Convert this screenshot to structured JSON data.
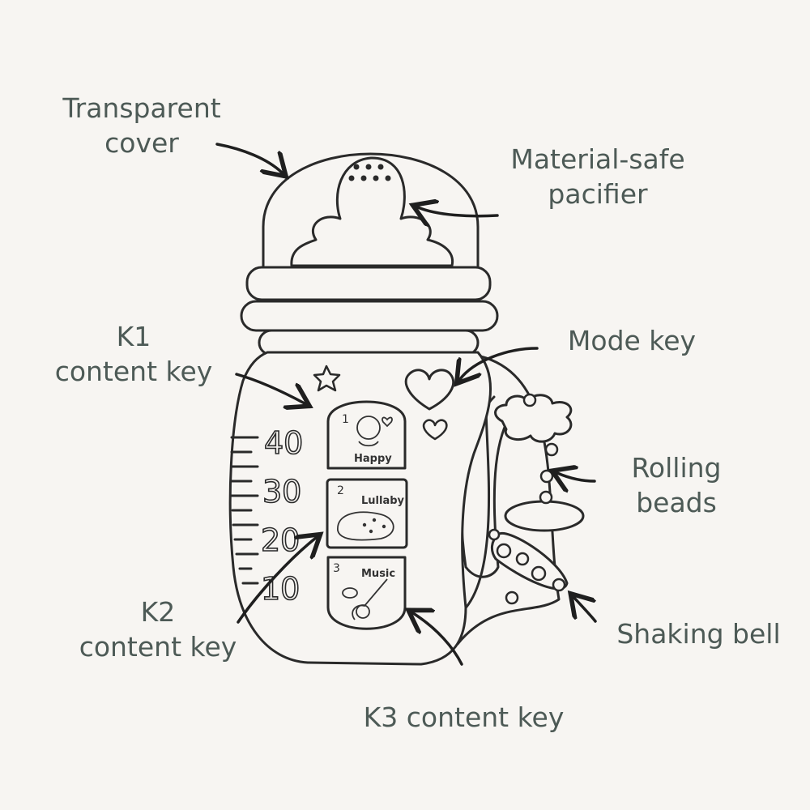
{
  "labels": {
    "transparent_cover": [
      "Transparent",
      "cover"
    ],
    "material_safe_pacifier": [
      "Material-safe",
      "pacifier"
    ],
    "k1_content_key": [
      "K1",
      "content key"
    ],
    "mode_key": "Mode key",
    "rolling_beads": [
      "Rolling",
      "beads"
    ],
    "k2_content_key": [
      "K2",
      "content key"
    ],
    "shaking_bell": "Shaking bell",
    "k3_content_key": "K3 content key"
  },
  "scale": [
    "40",
    "30",
    "20",
    "10"
  ],
  "panels": [
    {
      "number": "1",
      "caption": "Happy"
    },
    {
      "number": "2",
      "caption": "Lullaby"
    },
    {
      "number": "3",
      "caption": "Music"
    }
  ],
  "colors": {
    "background": "#f7f5f2",
    "text": "#4d5a56",
    "outline": "#2a2a2a"
  }
}
